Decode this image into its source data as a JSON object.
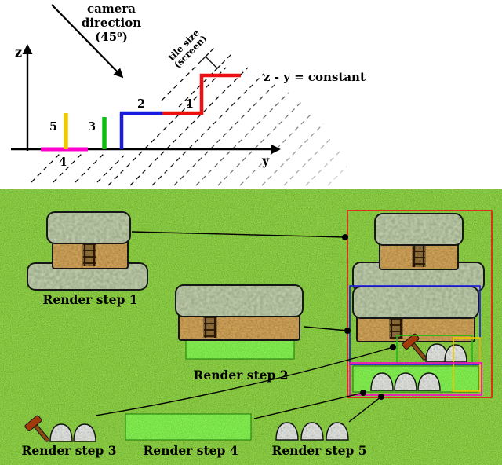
{
  "diagram": {
    "camera": [
      "camera",
      "direction",
      "(45⁰)"
    ],
    "tile": [
      "tile size",
      "(screen)"
    ],
    "constant": "z - y = constant",
    "z": "z",
    "y": "y",
    "numbers": [
      "1",
      "2",
      "3",
      "4",
      "5"
    ]
  },
  "steps": {
    "s1": "Render step 1",
    "s2": "Render step 2",
    "s3": "Render step 3",
    "s4": "Render step 4",
    "s5": "Render step 5"
  },
  "colors": {
    "red": "#ee1010",
    "blue": "#1a1ae0",
    "green": "#10c010",
    "magenta": "#ff00cc",
    "yellow": "#eec800"
  }
}
